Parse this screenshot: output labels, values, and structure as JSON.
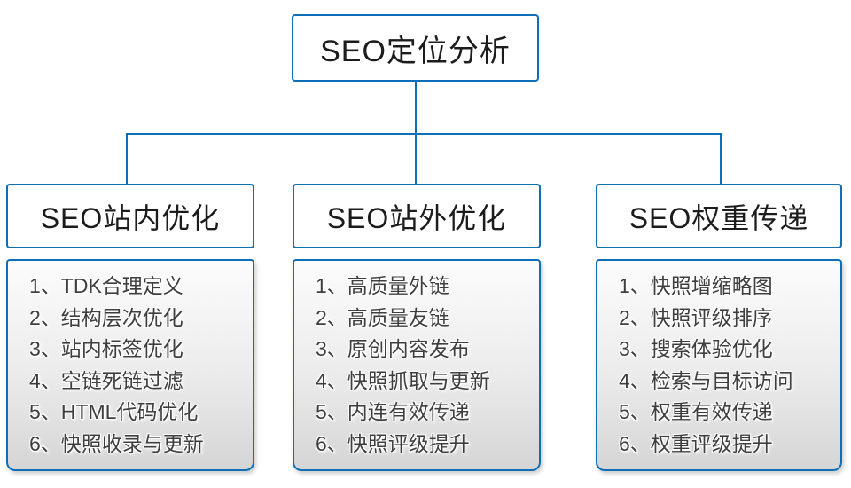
{
  "colors": {
    "line": "#0e6eb8",
    "header_text": "#1c1c1c",
    "item_text": "#3e3e3e",
    "body_gradient_top": "#fcfcfc",
    "body_gradient_bottom": "#d5d5d5"
  },
  "diagram": {
    "root": {
      "label": "SEO定位分析"
    },
    "columns": [
      {
        "id": "onsite",
        "title": "SEO站内优化",
        "items": [
          "1、TDK合理定义",
          "2、结构层次优化",
          "3、站内标签优化",
          "4、空链死链过滤",
          "5、HTML代码优化",
          "6、快照收录与更新"
        ]
      },
      {
        "id": "offsite",
        "title": "SEO站外优化",
        "items": [
          "1、高质量外链",
          "2、高质量友链",
          "3、原创内容发布",
          "4、快照抓取与更新",
          "5、内连有效传递",
          "6、快照评级提升"
        ]
      },
      {
        "id": "weight",
        "title": "SEO权重传递",
        "items": [
          "1、快照增缩略图",
          "2、快照评级排序",
          "3、搜索体验优化",
          "4、检索与目标访问",
          "5、权重有效传递",
          "6、权重评级提升"
        ]
      }
    ]
  }
}
